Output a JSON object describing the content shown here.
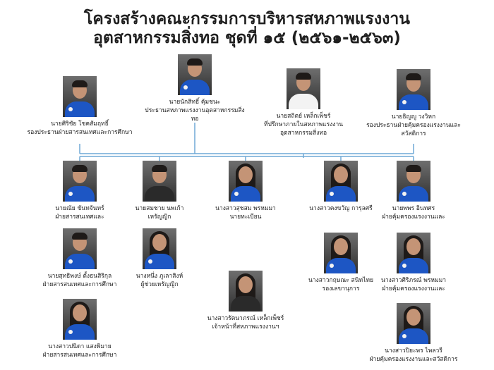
{
  "title": {
    "line1": "โครงสร้างคณะกรรมการบริหารสหภาพแรงงาน",
    "line2": "อุตสาหกรรมสิ่งทอ ชุดที่ ๑๕ (๒๕๖๑-๒๕๖๓)"
  },
  "members": [
    {
      "name": "นายนักสิทธิ์ คุ้มชนะ",
      "role": "ประธานสหภาพแรงงานอุตสาหกรรมสิ่งทอ"
    },
    {
      "name": "นายศิริชัย โชคสัมฤทธิ์",
      "role": "รองประธานฝ่ายสารสนเทศและการศึกษา"
    },
    {
      "name": "นายสถิตย์ เหล็กเพ็ชร์",
      "role": "ที่ปรึกษาภายในสหภาพแรงงานอุตสาหกรรมสิ่งทอ"
    },
    {
      "name": "นายธิญญู วงวิหก",
      "role": "รองประธานฝ่ายคุ้มครองแรงงานและสวัสดิการ"
    },
    {
      "name": "นายณัย ขันทจันทร์",
      "role": "ฝ่ายสารสนเทศและ"
    },
    {
      "name": "นายสมชาย นพเก้า",
      "role": "เหรัญญิก"
    },
    {
      "name": "นางสาวสุชสม พรหมมา",
      "role": "นายทะเบียน"
    },
    {
      "name": "นางสาวคงขวัญ การุลศรี",
      "role": ""
    },
    {
      "name": "นายพพร อินทศร",
      "role": "ฝ่ายคุ้มครองแรงงานและ"
    },
    {
      "name": "นายสุทธิพงษ์ ตั้งธนสิริกุล",
      "role": "ฝ่ายสารสนเทศและการศึกษา"
    },
    {
      "name": "นางหนึ่ง ภูเลาสิงห์",
      "role": "ผู้ช่วยเหรัญญิก"
    },
    {
      "name": "นางสาวกฤษณะ สนิทไทย",
      "role": "รองเลขานุการ"
    },
    {
      "name": "นางสาวศิริภรณ์ พรหมมา",
      "role": "ฝ่ายคุ้มครองแรงงานและ"
    },
    {
      "name": "นางสาวรัตนาภรณ์ เหล็กเพ็ชร์",
      "role": "เจ้าหน้าที่สหภาพแรงงานฯ"
    },
    {
      "name": "นางสาวปนิดา แสงพิมาย",
      "role": "ฝ่ายสารสนเทศและการศึกษา"
    },
    {
      "name": "นางสาวปิยะพร ไพลวรี",
      "role": "ฝ่ายคุ้มครองแรงงานและสวัสดิการ"
    }
  ]
}
